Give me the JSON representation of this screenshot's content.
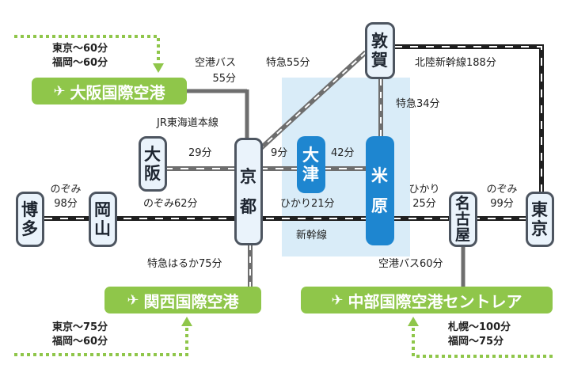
{
  "stations": {
    "tsuruga": [
      "敦",
      "賀"
    ],
    "osaka": [
      "大",
      "阪"
    ],
    "kyoto": [
      "京",
      "都"
    ],
    "otsu": [
      "大",
      "津"
    ],
    "maibara": [
      "米",
      "原"
    ],
    "hakata": [
      "博",
      "多"
    ],
    "okayama": [
      "岡",
      "山"
    ],
    "nagoya": [
      "名",
      "古",
      "屋"
    ],
    "tokyo": [
      "東",
      "京"
    ]
  },
  "labels": {
    "hokuriku": "北陸新幹線188分",
    "tokkyu55": "特急55分",
    "tokkyu34": "特急34分",
    "airport_bus_osaka_1": "空港バス",
    "airport_bus_osaka_2": "55分",
    "jr_tokaido": "JR東海道本線",
    "osaka_kyoto": "29分",
    "kyoto_otsu": "9分",
    "otsu_maibara": "42分",
    "nozomi_hakata_1": "のぞみ",
    "nozomi_hakata_2": "98分",
    "nozomi62": "のぞみ62分",
    "hikari21": "ひかり21分",
    "hikari25_1": "ひかり",
    "hikari25_2": "25分",
    "nozomi_tokyo_1": "のぞみ",
    "nozomi_tokyo_2": "99分",
    "shinkansen": "新幹線",
    "haruka": "特急はるか75分",
    "airport_bus_chubu": "空港バス60分"
  },
  "airports": {
    "itami": "大阪国際空港",
    "kansai": "関西国際空港",
    "chubu": "中部国際空港セントレア"
  },
  "access": {
    "itami": [
      "東京〜60分",
      "福岡〜60分"
    ],
    "kansai": [
      "東京〜75分",
      "福岡〜60分"
    ],
    "chubu": [
      "札幌〜100分",
      "福岡〜75分"
    ]
  },
  "icons": {
    "airplane": "airplane-icon"
  },
  "colors": {
    "shinkansen_line": "#1f1f1f",
    "jr_line": "#7a7a7a",
    "bus_line": "#6e6e6e",
    "airport_bg": "#8fc64a",
    "highlight_area": "#d9ecf8",
    "blue_station": "#1e86d0",
    "station_bg": "#eaf3fb",
    "access_dots": "#8fc64a"
  }
}
